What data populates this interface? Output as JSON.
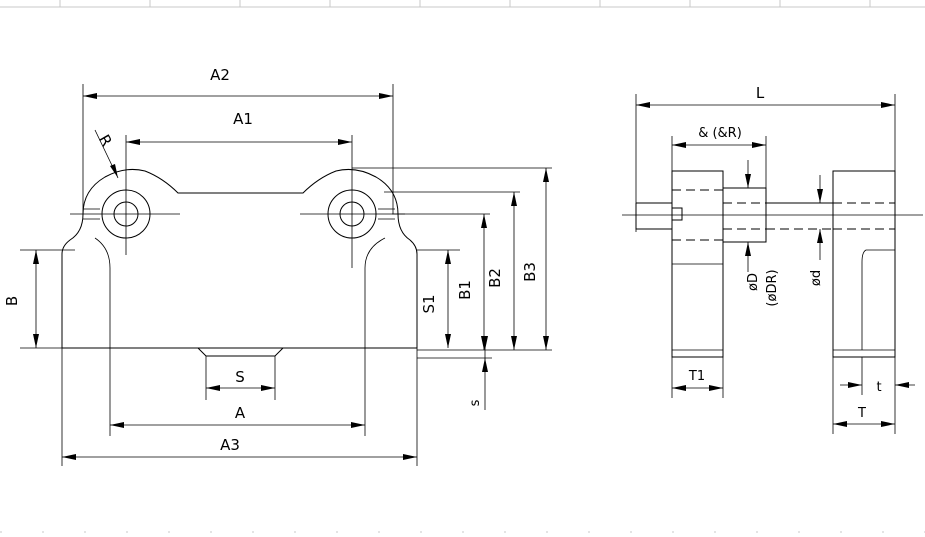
{
  "labels": {
    "a2": "A2",
    "a1": "A1",
    "r": "R",
    "b": "B",
    "s1": "S1",
    "b1": "B1",
    "b2": "B2",
    "b3": "B3",
    "s": "S",
    "a": "A",
    "a3": "A3",
    "small_s": "s",
    "l": "L",
    "and_r": "& (&R)",
    "od": "øD",
    "odr": "(øDR)",
    "d": "ød",
    "t1": "T1",
    "t_small": "t",
    "t_big": "T"
  }
}
